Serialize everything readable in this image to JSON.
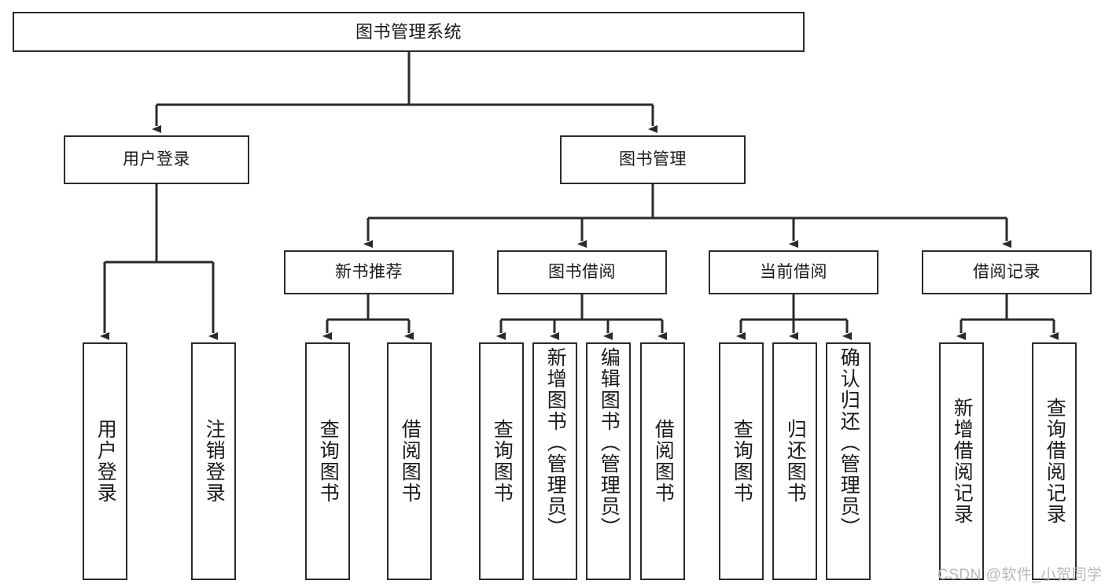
{
  "diagram": {
    "type": "hierarchy-tree",
    "title": "图书管理系统",
    "watermark": "CSDN @软件_小贺同学",
    "colors": {
      "box_border": "#2b2b2b",
      "box_fill": "#ffffff",
      "edge": "#2b2b2b",
      "text": "#1a1a1a",
      "watermark": "#b9b9b9",
      "background": "#ffffff"
    },
    "nodes": {
      "root": {
        "label": "图书管理系统"
      },
      "level2": [
        {
          "label": "用户登录"
        },
        {
          "label": "图书管理"
        }
      ],
      "level3": [
        {
          "label": "新书推荐"
        },
        {
          "label": "图书借阅"
        },
        {
          "label": "当前借阅"
        },
        {
          "label": "借阅记录"
        }
      ],
      "leaves": {
        "user_login": [
          {
            "label": "用户登录"
          },
          {
            "label": "注销登录"
          }
        ],
        "new_book": [
          {
            "label": "查询图书"
          },
          {
            "label": "借阅图书"
          }
        ],
        "borrow_book": [
          {
            "label": "查询图书"
          },
          {
            "label": "新增图书（管理员）"
          },
          {
            "label": "编辑图书（管理员）"
          },
          {
            "label": "借阅图书"
          }
        ],
        "current_borrow": [
          {
            "label": "查询图书"
          },
          {
            "label": "归还图书"
          },
          {
            "label": "确认归还（管理员）"
          }
        ],
        "borrow_record": [
          {
            "label": "新增借阅记录"
          },
          {
            "label": "查询借阅记录"
          }
        ]
      }
    }
  }
}
